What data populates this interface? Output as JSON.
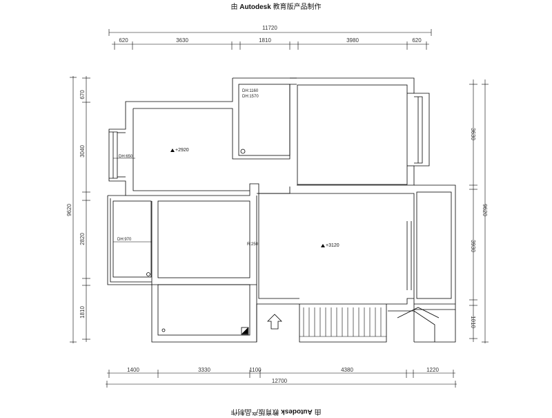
{
  "watermark": {
    "prefix": "由 ",
    "brand": "Autodesk",
    "suffix": " 教育版产品制作"
  },
  "dimensions": {
    "top_total": "11720",
    "top_segments": [
      "620",
      "3630",
      "1810",
      "3980",
      "620"
    ],
    "bottom_total": "12700",
    "bottom_segments": [
      "1400",
      "3330",
      "1100",
      "4380",
      "1220"
    ],
    "left_total": "9620",
    "left_segments": [
      "670",
      "3040",
      "2820",
      "1810"
    ],
    "right_total": "9620",
    "right_segments": [
      "3630",
      "3930",
      "1010"
    ]
  },
  "annotations": {
    "dh_1160": "DH:1160",
    "dh_1570": "DH:1570",
    "dh_650": "DH:650",
    "dh_970": "DH:970",
    "r_250": "R:250",
    "level_2920": "+2920",
    "level_3120": "+3120"
  },
  "colors": {
    "line": "#000000",
    "background": "#ffffff",
    "text": "#333333"
  }
}
